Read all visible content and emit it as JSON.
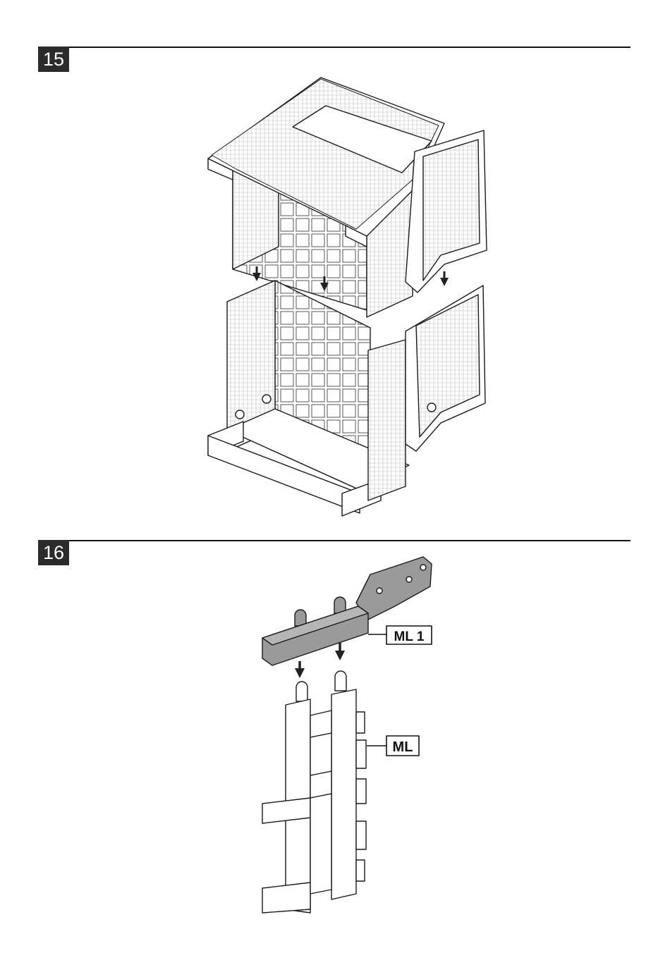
{
  "steps": [
    {
      "number": "15"
    },
    {
      "number": "16"
    }
  ],
  "labels": {
    "ml1": "ML 1",
    "ml": "ML"
  },
  "colors": {
    "badge": "#2b2b2b",
    "line": "#111111",
    "part_fill": "#ffffff",
    "shaded_part": "#9a9a9a"
  }
}
